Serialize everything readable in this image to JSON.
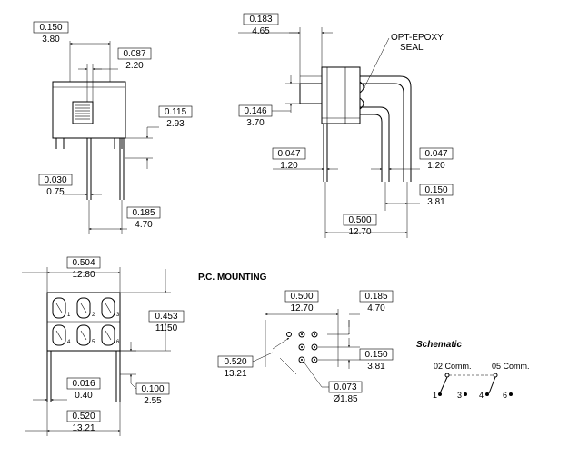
{
  "dims": [
    {
      "id": "d0150",
      "bracket": "0.150",
      "metric": "3.80"
    },
    {
      "id": "d0087",
      "bracket": "0.087",
      "metric": "2.20"
    },
    {
      "id": "d0115",
      "bracket": "0.115",
      "metric": "2.93"
    },
    {
      "id": "d0030",
      "bracket": "0.030",
      "metric": "0.75"
    },
    {
      "id": "d0185a",
      "bracket": "0.185",
      "metric": "4.70"
    },
    {
      "id": "d0183",
      "bracket": "0.183",
      "metric": "4.65"
    },
    {
      "id": "d0146",
      "bracket": "0.146",
      "metric": "3.70"
    },
    {
      "id": "d0047a",
      "bracket": "0.047",
      "metric": "1.20"
    },
    {
      "id": "d0047b",
      "bracket": "0.047",
      "metric": "1.20"
    },
    {
      "id": "d0150b",
      "bracket": "0.150",
      "metric": "3.81"
    },
    {
      "id": "d0500",
      "bracket": "0.500",
      "metric": "12.70"
    },
    {
      "id": "d0504",
      "bracket": "0.504",
      "metric": "12.80"
    },
    {
      "id": "d0453",
      "bracket": "0.453",
      "metric": "11.50"
    },
    {
      "id": "d0016",
      "bracket": "0.016",
      "metric": "0.40"
    },
    {
      "id": "d0100",
      "bracket": "0.100",
      "metric": "2.55"
    },
    {
      "id": "d0520",
      "bracket": "0.520",
      "metric": "13.21"
    },
    {
      "id": "d0500b",
      "bracket": "0.500",
      "metric": "12.70"
    },
    {
      "id": "d0185b",
      "bracket": "0.185",
      "metric": "4.70"
    },
    {
      "id": "d0520b",
      "bracket": "0.520",
      "metric": "13.21"
    },
    {
      "id": "d0150c",
      "bracket": "0.150",
      "metric": "3.81"
    },
    {
      "id": "d0073",
      "bracket": "0.073",
      "metric": "Ø1.85"
    }
  ],
  "labels": {
    "seal_line1": "OPT-EPOXY",
    "seal_line2": "SEAL",
    "pc_mounting": "P.C. MOUNTING",
    "schematic": "Schematic",
    "comm02": "02 Comm.",
    "comm05": "05 Comm.",
    "pin1": "1",
    "pin3": "3",
    "pin4": "4",
    "pin6": "6"
  },
  "pins_bottom": [
    "1",
    "2",
    "3",
    "4",
    "5",
    "6"
  ]
}
